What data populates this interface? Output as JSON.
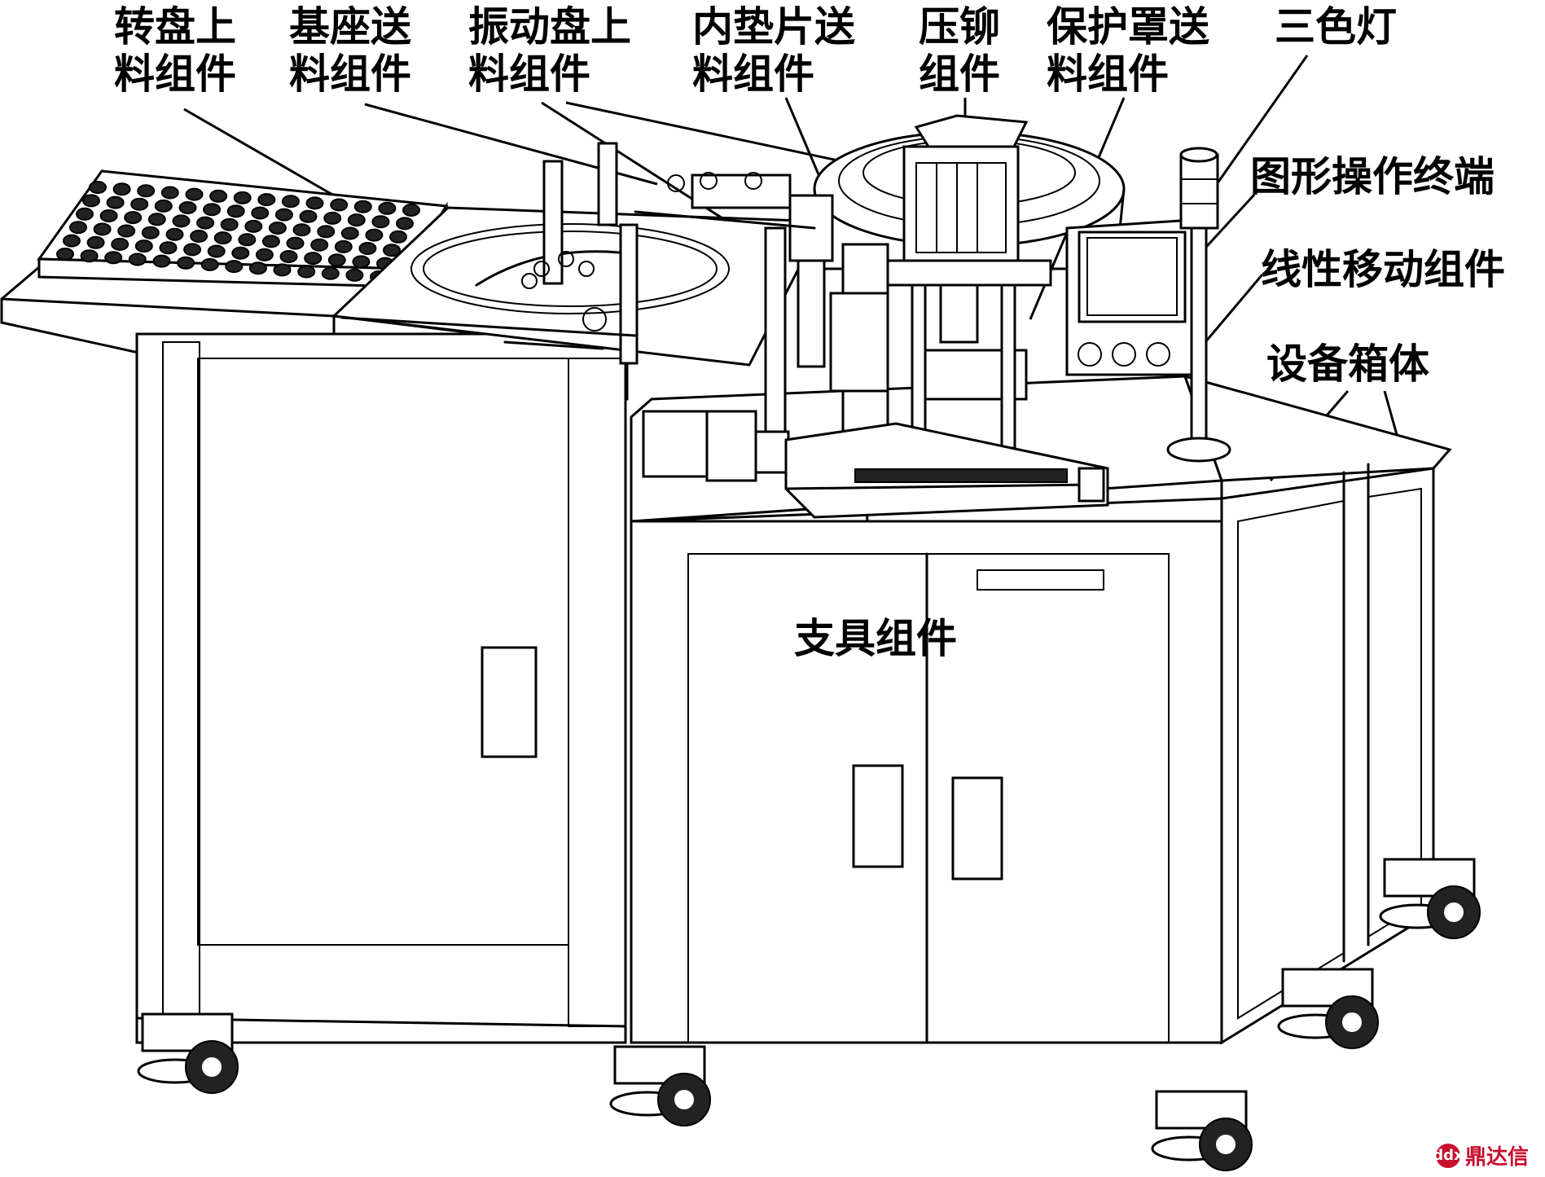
{
  "figure": {
    "subject": "machine-diagram",
    "callouts": [
      {
        "id": "turntable-feeding",
        "lines": [
          "转盘上",
          "料组件"
        ]
      },
      {
        "id": "base-feeding",
        "lines": [
          "基座送",
          "料组件"
        ]
      },
      {
        "id": "vibratory-bowl-feeding",
        "lines": [
          "振动盘上",
          "料组件"
        ]
      },
      {
        "id": "inner-gasket-feeding",
        "lines": [
          "内垫片送",
          "料组件"
        ]
      },
      {
        "id": "press-riveting",
        "lines": [
          "压铆",
          "组件"
        ]
      },
      {
        "id": "protective-cover-feeding",
        "lines": [
          "保护罩送",
          "料组件"
        ]
      },
      {
        "id": "tri-color-lamp",
        "lines": [
          "三色灯"
        ]
      },
      {
        "id": "graphic-operation-terminal",
        "lines": [
          "图形操作终端"
        ]
      },
      {
        "id": "linear-motion",
        "lines": [
          "线性移动组件"
        ]
      },
      {
        "id": "cabinet",
        "lines": [
          "设备箱体"
        ]
      },
      {
        "id": "fixture",
        "lines": [
          "支具组件"
        ]
      }
    ],
    "watermark": {
      "text": "鼎达信",
      "seal": "ddx"
    }
  },
  "style": {
    "line_color": "#000000",
    "background": "#ffffff",
    "watermark_color": "#c8102e"
  }
}
